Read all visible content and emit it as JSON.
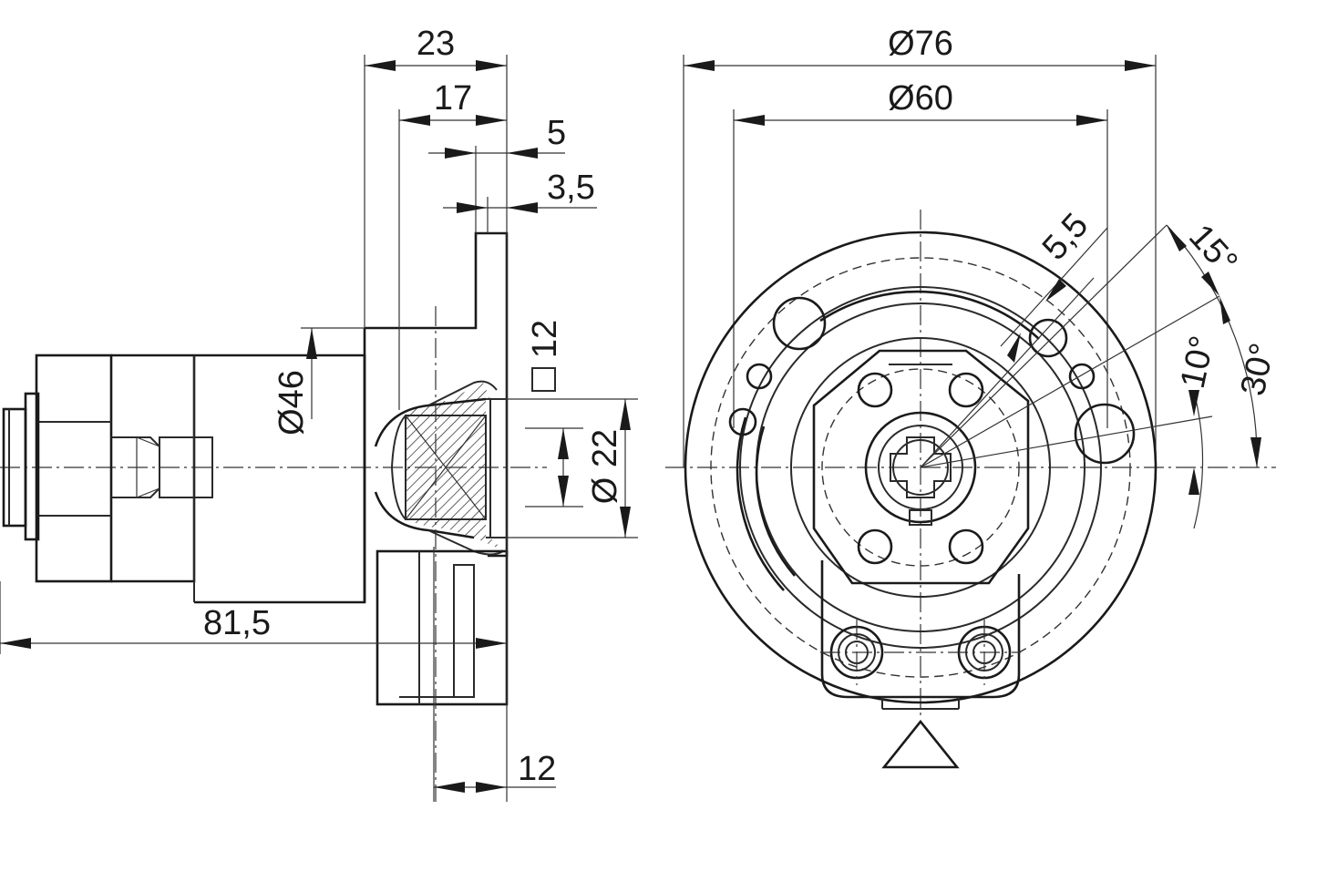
{
  "side_view": {
    "dims": {
      "width_23": "23",
      "width_17": "17",
      "width_5": "5",
      "width_3_5": "3,5",
      "diameter_46": "Ø46",
      "square_12": "12",
      "diameter_22": "Ø 22",
      "length_81_5": "81,5",
      "width_12": "12"
    }
  },
  "front_view": {
    "dims": {
      "diameter_76": "Ø76",
      "diameter_60": "Ø60",
      "slot_5_5": "5,5",
      "angle_15": "15°",
      "angle_10": "10°",
      "angle_30": "30°"
    }
  },
  "colors": {
    "line": "#1a1a1a",
    "background": "#ffffff"
  }
}
